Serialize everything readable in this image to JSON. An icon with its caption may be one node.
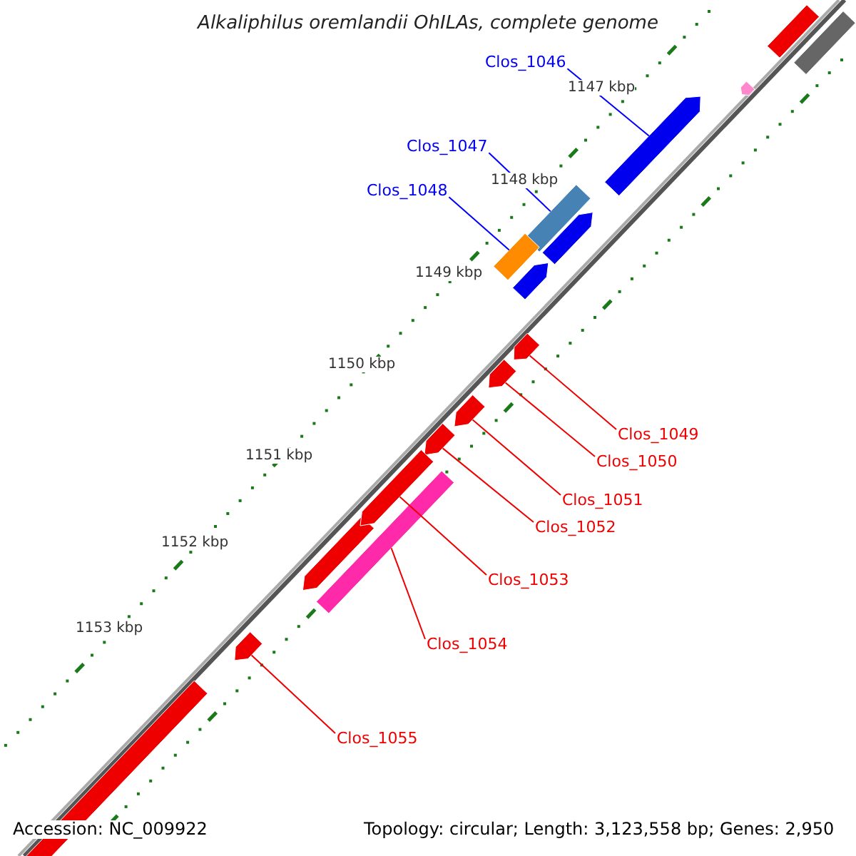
{
  "diagram": {
    "title": "Alkaliphilus oremlandii OhILAs, complete genome",
    "nodes": [
      {
        "text": [
          "Clos_1046"
        ]
      },
      {
        "text": [
          "Clos_1047"
        ]
      },
      {
        "text": [
          "Clos_1048"
        ]
      },
      {
        "text": [
          "Clos_1049"
        ]
      },
      {
        "text": [
          "Clos_1050"
        ]
      },
      {
        "text": [
          "Clos_1051"
        ]
      },
      {
        "text": [
          "Clos_1052"
        ]
      },
      {
        "text": [
          "Clos_1053"
        ]
      },
      {
        "text": [
          "Clos_1054"
        ]
      },
      {
        "text": [
          "Clos_1055"
        ]
      },
      {
        "text": [],
        "shape": "arrow"
      },
      {
        "text": [],
        "shape": "bar"
      },
      {
        "text": [],
        "shape": "bar"
      },
      {
        "text": [],
        "shape": "arrow"
      },
      {
        "text": [],
        "shape": "arrow"
      },
      {
        "text": [],
        "shape": "arrow"
      },
      {
        "text": [],
        "shape": "arrow"
      },
      {
        "text": [],
        "shape": "arrow"
      },
      {
        "text": [],
        "shape": "bar"
      },
      {
        "text": [],
        "shape": "arrow"
      }
    ],
    "edges": [
      {
        "from": 0,
        "to": 10,
        "arrow": "none",
        "color": "#0000ff"
      },
      {
        "from": 1,
        "to": 11,
        "arrow": "none",
        "color": "#0000ff"
      },
      {
        "from": 2,
        "to": 12,
        "arrow": "none",
        "color": "#0000ff"
      },
      {
        "from": 3,
        "to": 13,
        "arrow": "none"
      },
      {
        "from": 4,
        "to": 14,
        "arrow": "none"
      },
      {
        "from": 5,
        "to": 15,
        "arrow": "none"
      },
      {
        "from": 6,
        "to": 16,
        "arrow": "none"
      },
      {
        "from": 7,
        "to": 17,
        "arrow": "none"
      },
      {
        "from": 8,
        "to": 18,
        "arrow": "none"
      },
      {
        "from": 9,
        "to": 19,
        "arrow": "none"
      }
    ],
    "labels": [
      "1147 kbp",
      "1148 kbp",
      "1149 kbp",
      "1150 kbp",
      "1151 kbp",
      "1152 kbp",
      "1153 kbp",
      "Accession: NC_009922",
      "Topology: circular; Length: 3,123,558 bp; Genes: 2,950"
    ]
  }
}
